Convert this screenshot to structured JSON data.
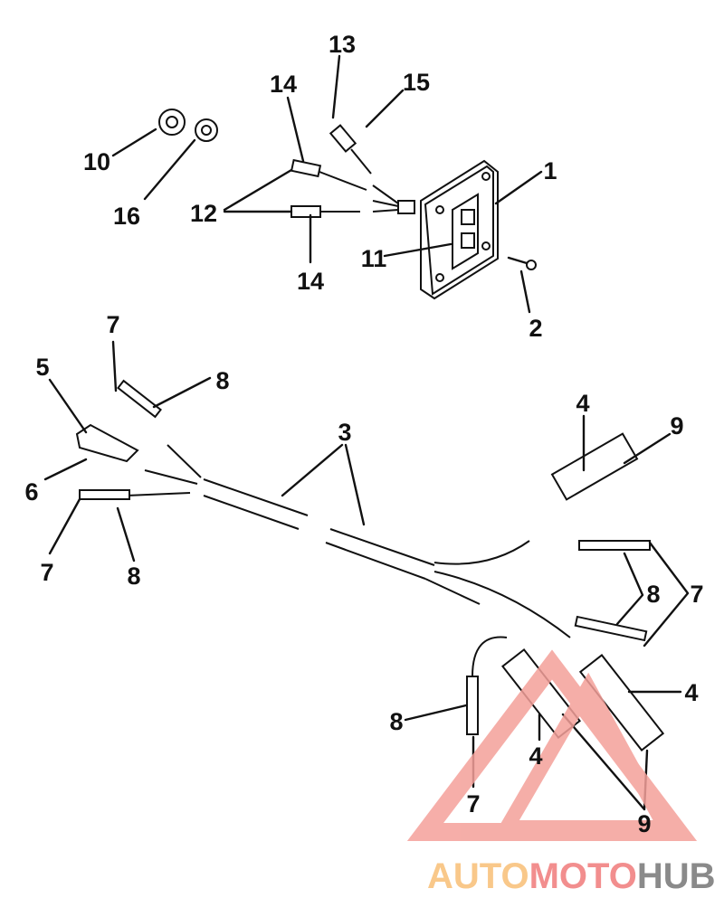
{
  "diagram": {
    "callouts": [
      "13",
      "14",
      "15",
      "10",
      "16",
      "12",
      "1",
      "11",
      "14",
      "2",
      "7",
      "8",
      "5",
      "6",
      "7",
      "8",
      "3",
      "4",
      "9",
      "8",
      "7",
      "4",
      "8",
      "4",
      "7",
      "9"
    ]
  },
  "watermark": {
    "part1": "AUTO",
    "part2": "MOTO",
    "part3": "HUB",
    "colors": {
      "auto": "#f9c88a",
      "moto": "#f28e8e",
      "hub": "#8a8a8a",
      "triangle": "#f4a09a"
    }
  }
}
